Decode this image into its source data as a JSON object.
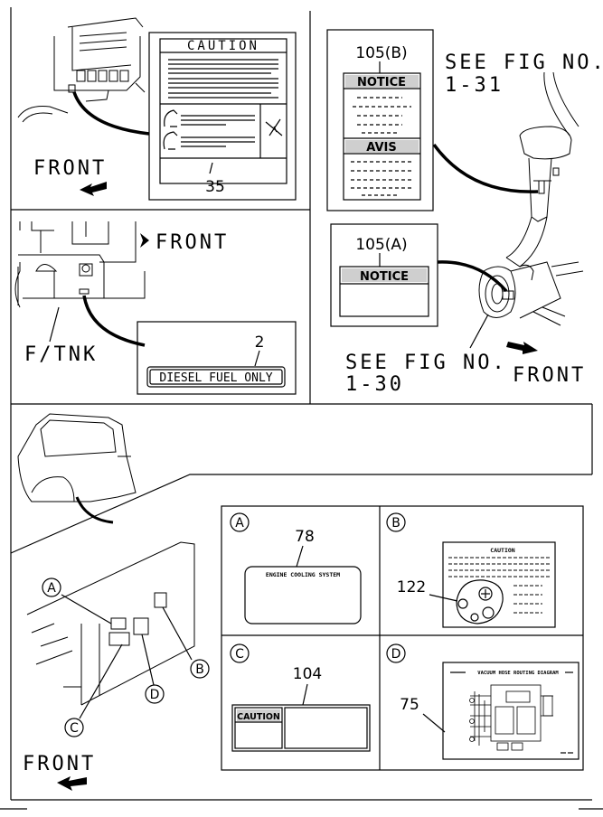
{
  "panel1": {
    "label_header": "CAUTION",
    "part_number": "35",
    "direction": "FRONT"
  },
  "panel2": {
    "direction": "FRONT",
    "tank_label": "F/TNK",
    "part_number": "2",
    "label_text": "DIESEL FUEL ONLY"
  },
  "panel3": {
    "ref_top_line1": "SEE FIG NO.",
    "ref_top_line2": "1-31",
    "label_b_number": "105(B)",
    "label_b_notice": "NOTICE",
    "label_b_avis": "AVIS",
    "label_a_number": "105(A)",
    "label_a_notice": "NOTICE",
    "ref_bottom_line1": "SEE FIG NO.",
    "ref_bottom_line2": "1-30",
    "direction": "FRONT"
  },
  "panel4": {
    "direction": "FRONT",
    "marker_a": "A",
    "marker_b": "B",
    "marker_c": "C",
    "marker_d": "D",
    "detail_a_number": "78",
    "detail_a_text": "ENGINE COOLING SYSTEM",
    "detail_b_number": "122",
    "detail_b_header": "CAUTION",
    "detail_c_number": "104",
    "detail_c_header": "CAUTION",
    "detail_d_number": "75",
    "detail_d_header": "VACUUM HOSE ROUTING DIAGRAM"
  }
}
